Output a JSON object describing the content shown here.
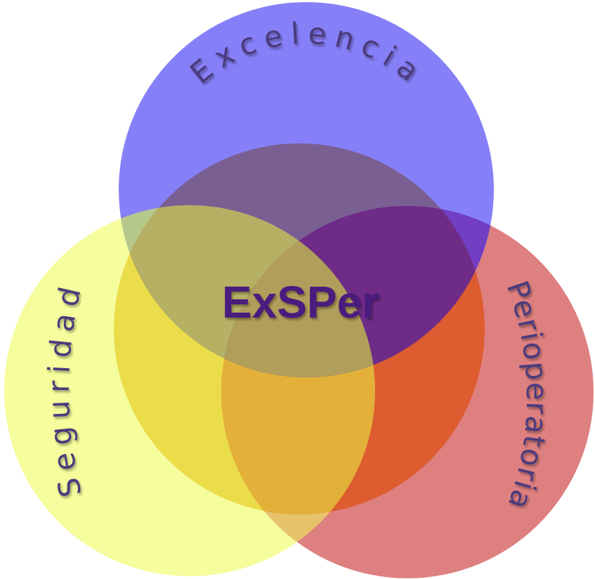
{
  "diagram": {
    "type": "venn",
    "center_label": "ExSPer",
    "sets": [
      {
        "name": "Excelencia",
        "color": "#8680f8"
      },
      {
        "name": "Seguridad",
        "color": "#f5fd9c"
      },
      {
        "name": "Perioperatoria",
        "color": "#de8080"
      }
    ],
    "core_overlay_color": "#e8c95a",
    "label_color": "#4b3a7c",
    "center_label_color": "#4a1a7e"
  }
}
